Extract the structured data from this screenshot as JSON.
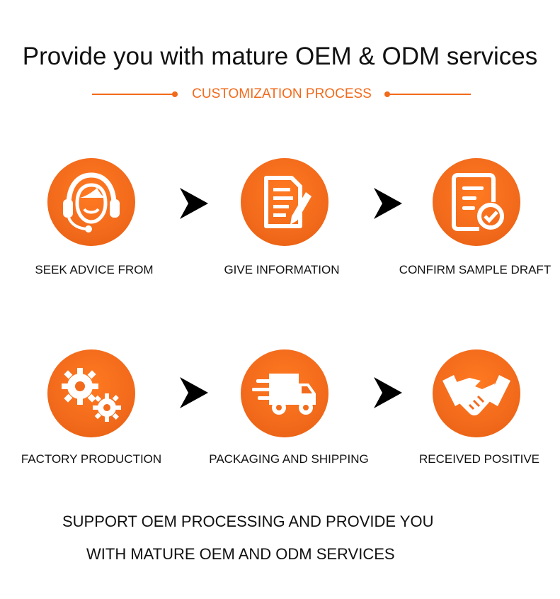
{
  "header": {
    "title": "Provide you with mature OEM & ODM services",
    "subtitle": "CUSTOMIZATION PROCESS"
  },
  "steps": [
    {
      "label": "SEEK ADVICE FROM",
      "icon": "customer-service-icon"
    },
    {
      "label": "GIVE INFORMATION",
      "icon": "document-pen-icon"
    },
    {
      "label": "CONFIRM SAMPLE DRAFT",
      "icon": "document-check-icon"
    },
    {
      "label": "FACTORY PRODUCTION",
      "icon": "gears-icon"
    },
    {
      "label": "PACKAGING AND SHIPPING",
      "icon": "delivery-truck-icon"
    },
    {
      "label": "RECEIVED POSITIVE",
      "icon": "handshake-icon"
    }
  ],
  "footer": {
    "line1": "SUPPORT OEM PROCESSING AND PROVIDE YOU",
    "line2": "WITH MATURE OEM AND ODM SERVICES"
  },
  "colors": {
    "accent": "#f26a1b",
    "text": "#111111",
    "arrow": "#000000"
  }
}
